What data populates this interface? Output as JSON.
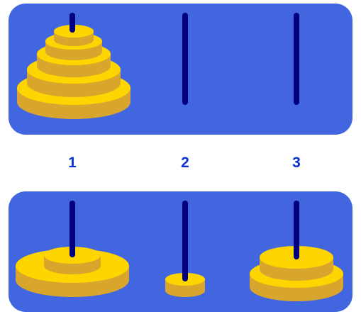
{
  "colors": {
    "panel": "#4266e0",
    "rod": "#00007f",
    "disk_side": "#d8a62c",
    "disk_top": "#ffd500",
    "label": "#0a33cf"
  },
  "labels": [
    "1",
    "2",
    "3"
  ],
  "puzzle": {
    "top_state": {
      "peg_1": [
        5,
        4,
        3,
        2,
        1
      ],
      "peg_2": [],
      "peg_3": []
    },
    "bottom_state": {
      "peg_1": [
        5,
        2
      ],
      "peg_2": [
        1
      ],
      "peg_3": [
        4,
        3
      ]
    }
  }
}
